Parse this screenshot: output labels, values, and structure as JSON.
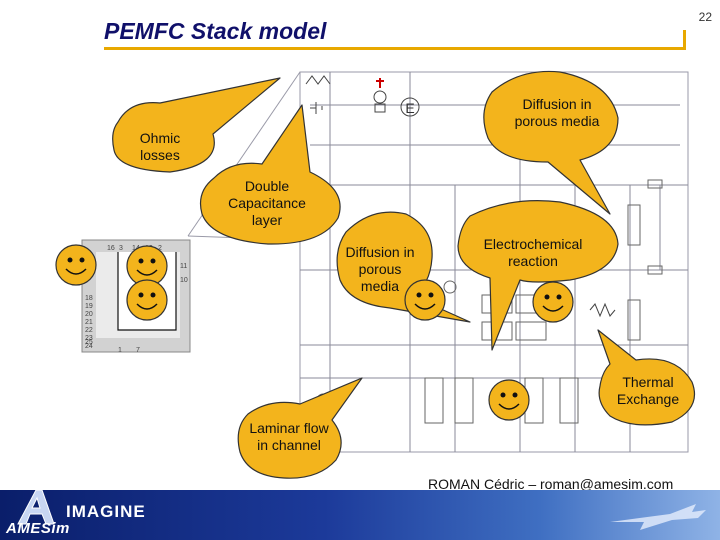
{
  "slide": {
    "page_number": "22",
    "title": "PEMFC Stack model",
    "author": "ROMAN Cédric – roman@amesim.com"
  },
  "callouts": {
    "ohmic": "Ohmic losses",
    "capacitance": "Double Capacitance layer",
    "diffusion_top": "Diffusion in porous media",
    "diffusion_center": "Diffusion in porous media",
    "electrochemical": "Electrochemical reaction",
    "thermal": "Thermal Exchange",
    "laminar": "Laminar flow in channel"
  },
  "schematic": {
    "source_symbol": "E",
    "grid_numbers_top": [
      "16",
      "3",
      "14",
      "13",
      "2"
    ],
    "grid_numbers_right": [
      "11",
      "10"
    ],
    "grid_numbers_left": [
      "18",
      "19",
      "20",
      "21",
      "22",
      "23",
      "24",
      "25"
    ],
    "grid_numbers_bottom": [
      "1",
      "7"
    ]
  },
  "branding": {
    "software": "AMESim",
    "company": "IMAGINE"
  },
  "colors": {
    "title": "#10106a",
    "accent": "#e8a800",
    "callout_fill": "#f3b41c",
    "smiley_fill": "#f3b41c"
  }
}
